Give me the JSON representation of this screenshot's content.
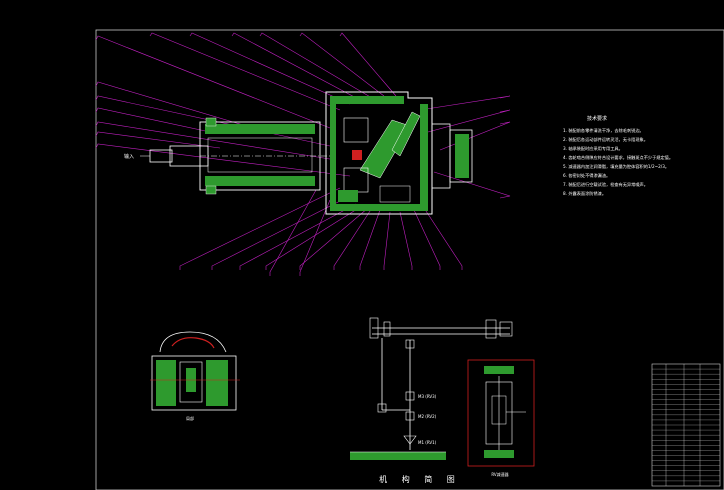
{
  "colors": {
    "background": "#000000",
    "leader": "#c020c0",
    "part_fill": "#2e9a2e",
    "outline": "#ffffff",
    "frame": "#c8c8c8",
    "accent_red": "#d02020",
    "table_line": "#d0d0d0"
  },
  "main_view": {
    "input_label": "输入"
  },
  "detail_view": {
    "caption": "局部"
  },
  "schematic": {
    "title": "机 构 简 图",
    "labels": [
      "M3 (RV3)",
      "M2 (RV2)",
      "M1 (RV1)"
    ]
  },
  "box_view": {
    "caption": "RV减速器"
  },
  "tech_notes": {
    "title": "技术要求",
    "lines": [
      "1. 装配前各零件清洗干净，去除毛刺锐边。",
      "2. 装配后各运动部件运转灵活，无卡阻现象。",
      "3. 轴承装配时应采用专用工具。",
      "4. 齿轮啮合侧隙应符合设计要求，接触斑点不少于规定值。",
      "5. 减速器内加注润滑脂，填充量为腔体容积的1/2~2/3。",
      "6. 各密封处不得渗漏油。",
      "7. 装配后进行空载试验，检查有无异常噪声。",
      "8. 外露表面涂防锈漆。"
    ]
  },
  "parts_table": {
    "rows": 24
  }
}
